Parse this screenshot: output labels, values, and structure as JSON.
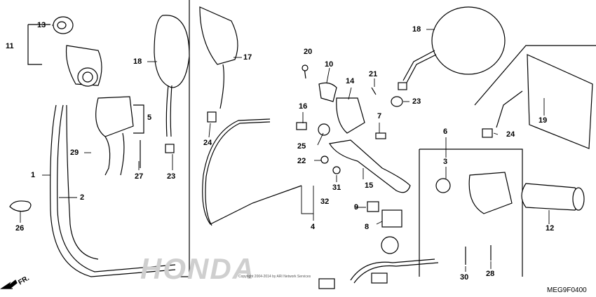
{
  "diagram": {
    "code": "MEG9F0400",
    "copyright": "Copyright 2004-2014 by ARI Network Services",
    "watermark": "HONDA",
    "direction": "FR.",
    "callouts": {
      "c1": "1",
      "c2": "2",
      "c3": "3",
      "c4": "4",
      "c5": "5",
      "c6": "6",
      "c7": "7",
      "c8": "8",
      "c9": "9",
      "c10": "10",
      "c11": "11",
      "c12": "12",
      "c13": "13",
      "c14": "14",
      "c15": "15",
      "c16": "16",
      "c17": "17",
      "c18a": "18",
      "c18b": "18",
      "c19": "19",
      "c20": "20",
      "c21": "21",
      "c22": "22",
      "c23a": "23",
      "c23b": "23",
      "c24a": "24",
      "c24b": "24",
      "c25": "25",
      "c26": "26",
      "c27": "27",
      "c28": "28",
      "c29": "29",
      "c30": "30",
      "c31": "31",
      "c32": "32"
    }
  }
}
